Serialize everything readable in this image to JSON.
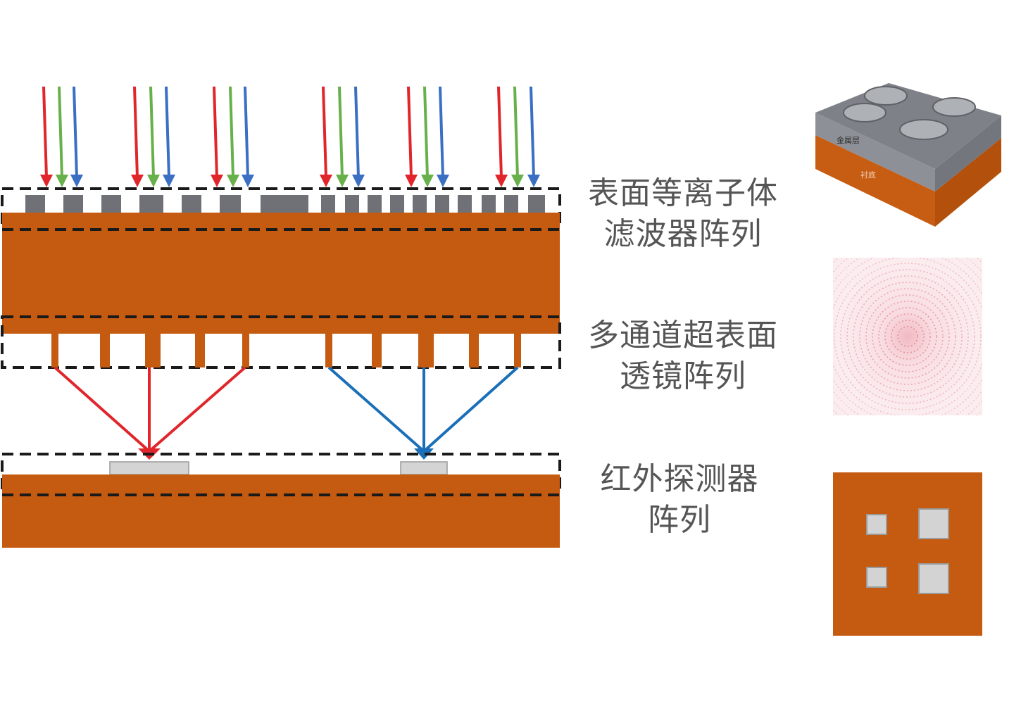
{
  "labels": {
    "filter": {
      "line1": "表面等离子体",
      "line2": "滤波器阵列"
    },
    "lens": {
      "line1": "多通道超表面",
      "line2": "透镜阵列"
    },
    "detector": {
      "line1": "红外探测器",
      "line2": "阵列"
    }
  },
  "inset_3d": {
    "top_layer_label": "金属层",
    "substrate_label": "衬底"
  },
  "colors": {
    "substrate": "#c55a11",
    "filter_metal": "#6f7177",
    "light_red": "#e0262b",
    "light_green": "#67b04a",
    "light_blue": "#3a6fc4",
    "focus_red": "#e0262b",
    "focus_blue": "#1a6fb8",
    "detector_pixel": "#d4d4d4",
    "label_text": "#555555"
  }
}
